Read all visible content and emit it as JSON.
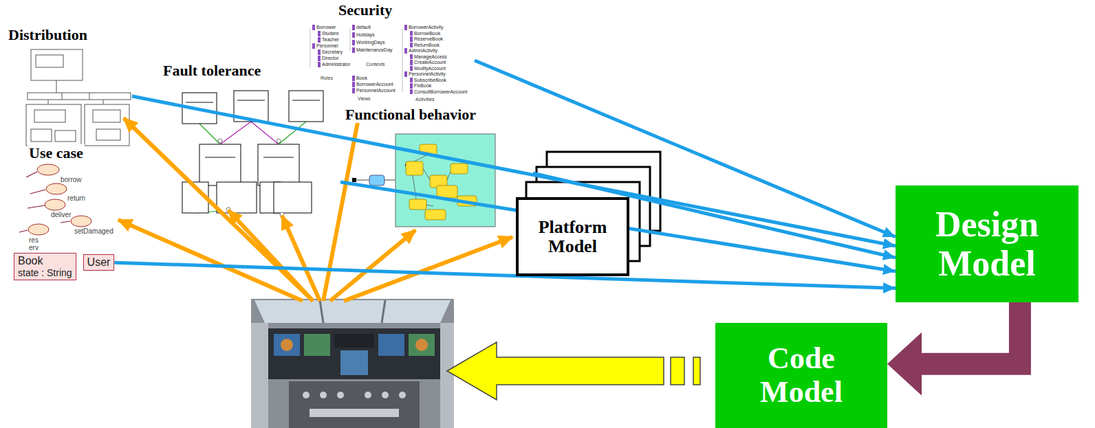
{
  "diagram": {
    "nodes": [
      {
        "text": [
          "Distribution"
        ]
      },
      {
        "text": [
          "Security"
        ]
      },
      {
        "text": [
          "Fault tolerance"
        ]
      },
      {
        "text": [
          "Functional behavior"
        ]
      },
      {
        "text": [
          "Use case"
        ]
      },
      {
        "text": [
          "Book",
          "state : String"
        ]
      },
      {
        "text": [
          "User"
        ]
      },
      {
        "text": [
          "Platform Model"
        ]
      },
      {
        "text": [
          "Design Model"
        ]
      },
      {
        "text": [
          "Code Model"
        ]
      }
    ],
    "edges": [
      {
        "from": 1,
        "to": 8,
        "arrow": "to"
      },
      {
        "from": 0,
        "to": 8,
        "arrow": "to"
      },
      {
        "from": 3,
        "to": 8,
        "arrow": "to"
      },
      {
        "from": 2,
        "to": 8,
        "arrow": "to"
      },
      {
        "from": 6,
        "to": 8,
        "arrow": "to"
      },
      {
        "from": 8,
        "to": 9,
        "arrow": "to"
      }
    ],
    "labels": [
      "borrow",
      "return",
      "deliver",
      "setDamaged",
      "res erv",
      "Borrower",
      "Student",
      "Teacher",
      "Personnel",
      "Secretary",
      "Director",
      "Administrator",
      "Roles",
      "default",
      "Holidays",
      "WorkingDays",
      "MaintenanceDay",
      "Contexts",
      "Book",
      "BorrowerAccount",
      "PersonnelAccount",
      "Views",
      "BorrowerActivity",
      "BorrowBook",
      "ReserveBook",
      "ReturnBook",
      "AdminActivity",
      "ManageAccess",
      "CreateAccount",
      "ModifyAccount",
      "PersonnelActivity",
      "SubscribeBook",
      "FixBook",
      "ConsultBorrowerAccount",
      "Activities"
    ]
  }
}
